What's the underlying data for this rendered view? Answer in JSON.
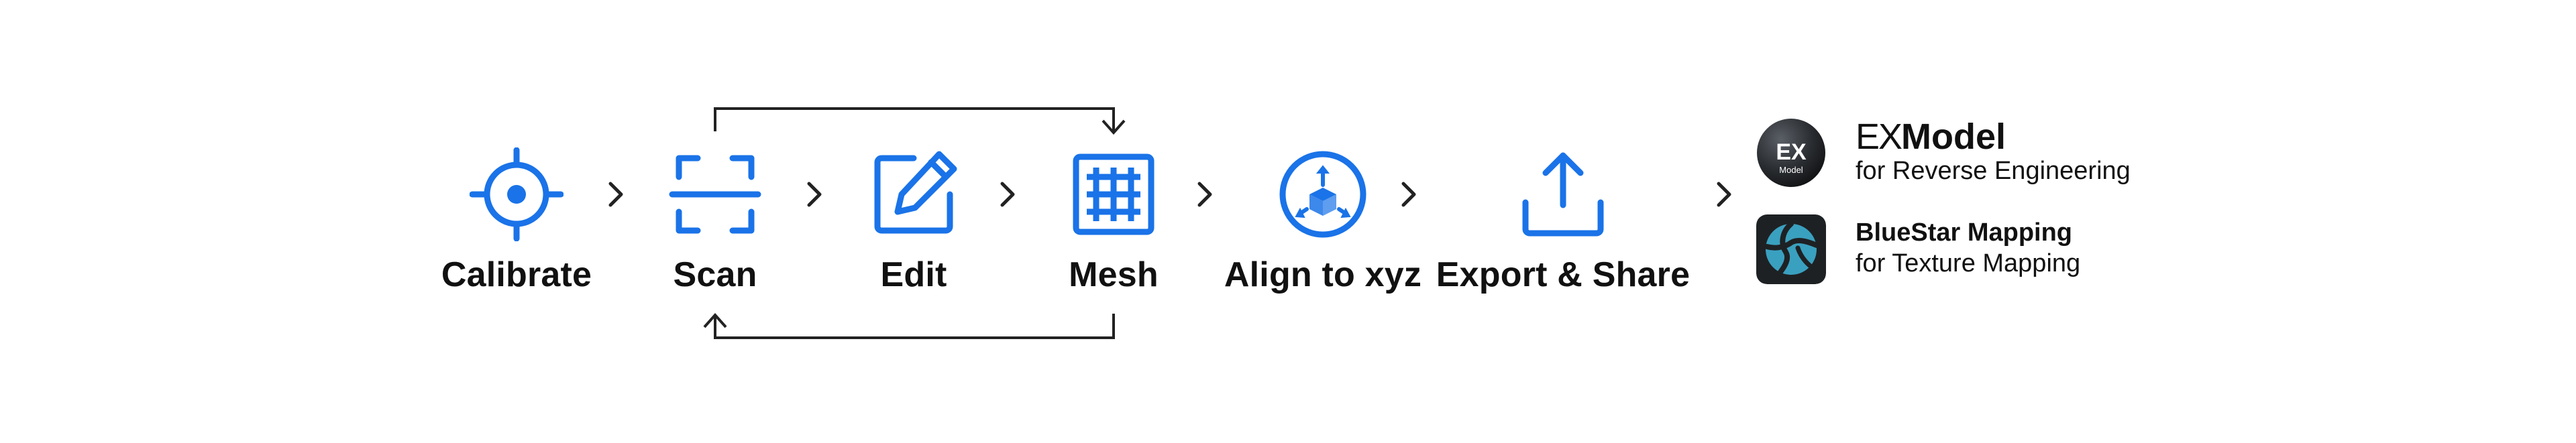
{
  "workflow": {
    "steps": [
      {
        "id": "calibrate",
        "label": "Calibrate",
        "icon": "crosshair-icon"
      },
      {
        "id": "scan",
        "label": "Scan",
        "icon": "scan-frame-icon"
      },
      {
        "id": "edit",
        "label": "Edit",
        "icon": "edit-pencil-icon"
      },
      {
        "id": "mesh",
        "label": "Mesh",
        "icon": "mesh-grid-icon"
      },
      {
        "id": "align",
        "label": "Align to xyz",
        "icon": "align-axes-icon"
      },
      {
        "id": "export",
        "label": "Export & Share",
        "icon": "upload-share-icon"
      }
    ],
    "separator_icon": "chevron-right-icon",
    "loops": [
      {
        "from": "Scan",
        "to": "Mesh",
        "side": "top"
      },
      {
        "from": "Mesh",
        "to": "Scan",
        "side": "bottom"
      }
    ],
    "accent_color": "#1a73e8",
    "line_color": "#222222"
  },
  "products": [
    {
      "logo_text": "EX",
      "logo_subtext": "Model",
      "name_prefix": "EX",
      "name_suffix": "Model",
      "subtitle": "for Reverse Engineering"
    },
    {
      "name": "BlueStar Mapping",
      "subtitle": "for Texture Mapping"
    }
  ]
}
